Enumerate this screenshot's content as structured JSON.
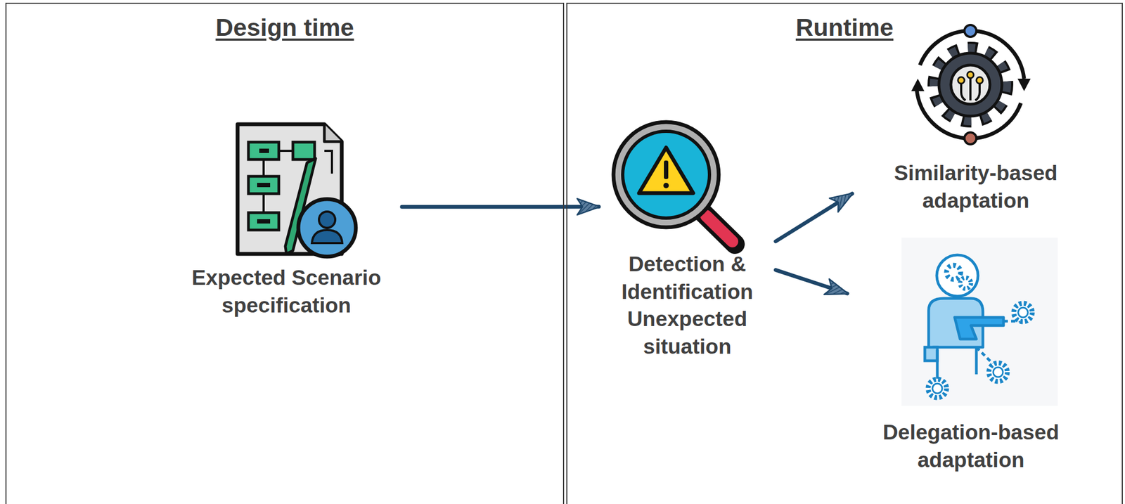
{
  "diagram": {
    "nodes": [
      {
        "text": [
          "Design time"
        ]
      },
      {
        "text": [
          "Runtime"
        ]
      },
      {
        "text": [
          "Expected Scenario specification"
        ],
        "in": 0
      },
      {
        "text": [
          "Detection & Identification Unexpected situation"
        ],
        "in": 1
      },
      {
        "text": [
          "Similarity-based adaptation"
        ],
        "in": 1
      },
      {
        "text": [
          "Delegation-based adaptation"
        ],
        "in": 1
      }
    ],
    "edges": [
      {
        "from": 2,
        "to": 3,
        "arrow": "to"
      },
      {
        "from": 3,
        "to": 4,
        "arrow": "to"
      },
      {
        "from": 3,
        "to": 5,
        "arrow": "to"
      }
    ]
  }
}
